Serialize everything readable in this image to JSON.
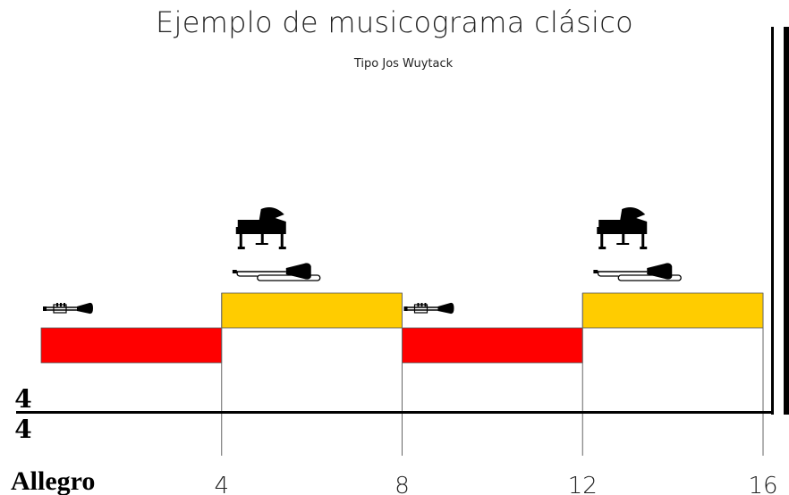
{
  "title": "Ejemplo de musicograma clásico",
  "subtitle": "Tipo Jos Wuytack",
  "time_signature": {
    "top": "4",
    "bottom": "4"
  },
  "tempo": "Allegro",
  "measure_labels": [
    "4",
    "8",
    "12",
    "16"
  ],
  "total_measures": 16,
  "sections": [
    {
      "start": 0,
      "end": 4,
      "color": "#ff0000",
      "row": "low",
      "instruments": [
        "trumpet-icon"
      ]
    },
    {
      "start": 4,
      "end": 8,
      "color": "#ffcc00",
      "row": "high",
      "instruments": [
        "trombone-icon",
        "piano-icon"
      ]
    },
    {
      "start": 8,
      "end": 12,
      "color": "#ff0000",
      "row": "low",
      "instruments": [
        "trumpet-icon"
      ]
    },
    {
      "start": 12,
      "end": 16,
      "color": "#ffcc00",
      "row": "high",
      "instruments": [
        "trombone-icon",
        "piano-icon"
      ]
    }
  ]
}
